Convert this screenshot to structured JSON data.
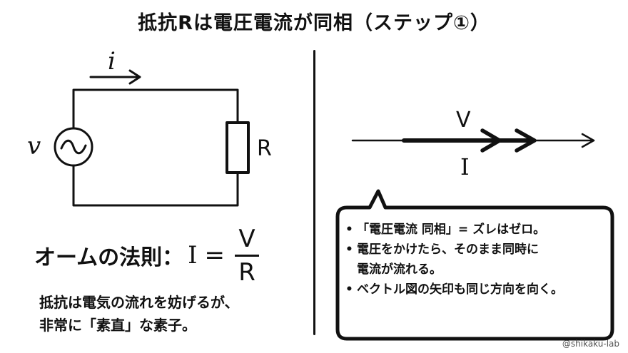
{
  "title": "抵抗Rは電圧電流が同相（ステップ①）",
  "circuit": {
    "current_label": "i",
    "source_label": "v",
    "source_symbol": "~",
    "resistor_label": "R"
  },
  "phasor": {
    "voltage_label": "V",
    "current_label": "I"
  },
  "ohm_law": {
    "label": "オームの法則：",
    "lhs": "I",
    "equals": "=",
    "numerator": "V",
    "denominator": "R"
  },
  "description": {
    "line1": "抵抗は電気の流れを妨げるが、",
    "line2": "非常に「素直」な素子。"
  },
  "bubble": {
    "bullet": "•",
    "item1": "「電圧電流 同相」= ズレはゼロ。",
    "item2_line1": "電圧をかけたら、そのまま同時に",
    "item2_line2": "電流が流れる。",
    "item3": "ベクトル図の矢印も同じ方向を向く。"
  },
  "credit": "@shikaku-lab"
}
